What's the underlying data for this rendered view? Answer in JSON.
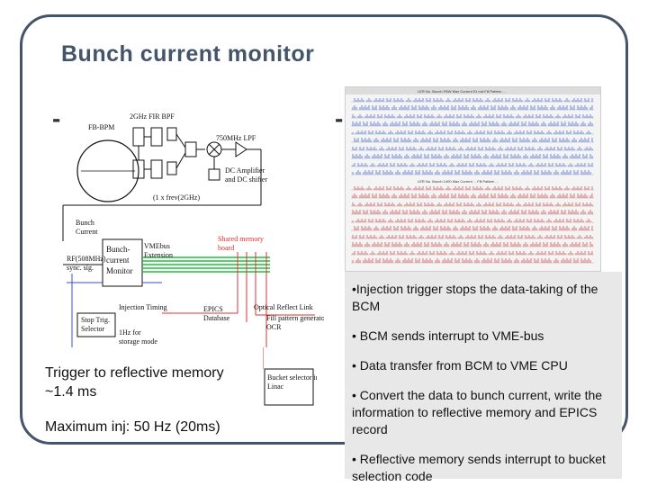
{
  "slide": {
    "title": "Bunch current monitor",
    "dash_left": "-",
    "dash_right": "-"
  },
  "diagram": {
    "labels": {
      "fbbpm": "FB-BPM",
      "bpf": "2GHz FIR BPF",
      "lpf": "750MHz LPF",
      "dcamp": "DC Amplifier",
      "dcshifter": "and DC shifter",
      "freq": "(1 x frev(2GHz)",
      "bunch": "Bunch",
      "current": "Current",
      "vmebus": "VMEbus",
      "extension": "Extension",
      "shared1": "Shared memory",
      "shared2": "board",
      "rf508": "RF(508MHz)",
      "syncsig": "sync. sig.",
      "bcm1": "Bunch-",
      "bcm2": "current",
      "bcm3": "Monitor",
      "injtiming": "Injection Timing",
      "epics": "EPICS",
      "database": "Database",
      "optical": "Optical Reflect Link",
      "fillpattern": "Fill pattern generator in",
      "ocr": "OCR",
      "stoptrig1": "Stop Trig.",
      "stoptrig2": "Selector",
      "hz1": "1Hz for",
      "hz2": "storage mode",
      "bucket1": "Bucket selector in",
      "bucket2": "Linac"
    }
  },
  "screenshot": {
    "header1": "LER   No. Bunch   FBW Max Current   51 mA   Fill Pattern   ...",
    "header2": "LER   No. Bunch   1400 Max Current   ...   Fill Pattern ..."
  },
  "notes": [
    "•Injection trigger stops the data-taking of the BCM",
    "• BCM sends interrupt to VME-bus",
    "• Data transfer from BCM to VME CPU",
    "• Convert the data to bunch current, write the information to reflective memory and EPICS record",
    "• Reflective memory sends interrupt to bucket selection code"
  ],
  "left_text": {
    "line1": "Trigger to reflective memory",
    "line2": "~1.4 ms",
    "line3": "Maximum inj: 50 Hz (20ms)"
  },
  "colors": {
    "frame": "#44546a",
    "red_plot": "#d43a3a",
    "blue_plot": "#3a5fd4",
    "green_bus": "#22c040",
    "red_wire": "#e03030",
    "blue_wire": "#3050e0"
  }
}
